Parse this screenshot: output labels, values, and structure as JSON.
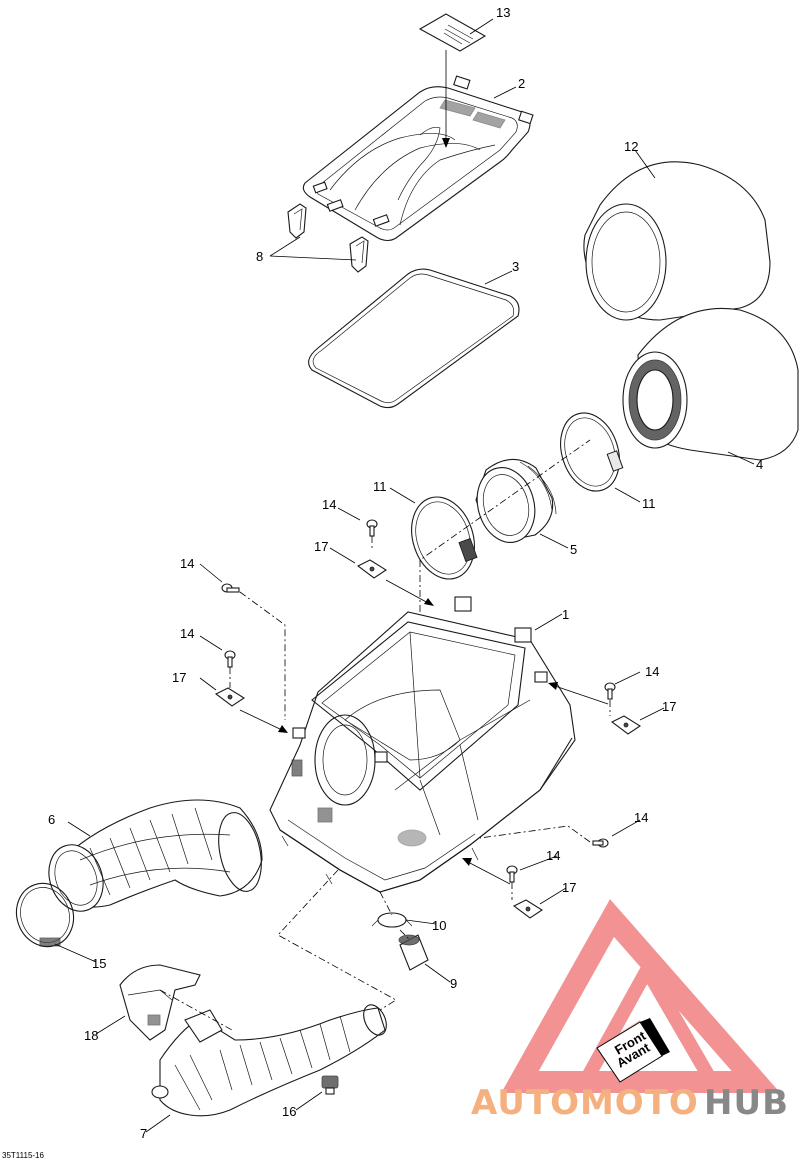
{
  "diagram": {
    "callouts": [
      {
        "id": "c13",
        "label": "13"
      },
      {
        "id": "c2",
        "label": "2"
      },
      {
        "id": "c12",
        "label": "12"
      },
      {
        "id": "c8",
        "label": "8"
      },
      {
        "id": "c3",
        "label": "3"
      },
      {
        "id": "c4",
        "label": "4"
      },
      {
        "id": "c11a",
        "label": "11"
      },
      {
        "id": "c11b",
        "label": "11"
      },
      {
        "id": "c14a",
        "label": "14"
      },
      {
        "id": "c5",
        "label": "5"
      },
      {
        "id": "c17a",
        "label": "17"
      },
      {
        "id": "c14b",
        "label": "14"
      },
      {
        "id": "c1",
        "label": "1"
      },
      {
        "id": "c14c",
        "label": "14"
      },
      {
        "id": "c17b",
        "label": "17"
      },
      {
        "id": "c14d",
        "label": "14"
      },
      {
        "id": "c17c",
        "label": "17"
      },
      {
        "id": "c6",
        "label": "6"
      },
      {
        "id": "c14e",
        "label": "14"
      },
      {
        "id": "c14f",
        "label": "14"
      },
      {
        "id": "c17d",
        "label": "17"
      },
      {
        "id": "c10",
        "label": "10"
      },
      {
        "id": "c15",
        "label": "15"
      },
      {
        "id": "c9",
        "label": "9"
      },
      {
        "id": "c18",
        "label": "18"
      },
      {
        "id": "c16",
        "label": "16"
      },
      {
        "id": "c7",
        "label": "7"
      }
    ],
    "front_label": [
      "Front",
      "Avant"
    ],
    "drawing_code": "35T1115-16"
  },
  "watermark": {
    "text_orange": "AUTOMOTO",
    "text_gray": "HUB",
    "color_red": "#f08080",
    "color_orange": "#f5b080",
    "color_gray": "#888888"
  }
}
